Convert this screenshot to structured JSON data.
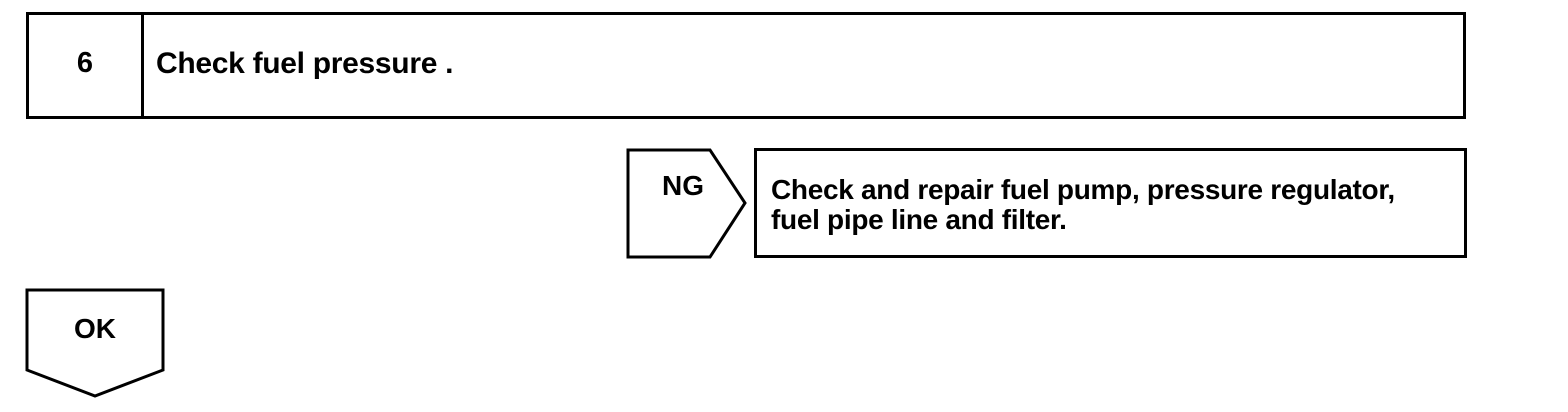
{
  "step": {
    "number": "6",
    "title": "Check fuel pressure ."
  },
  "ng_branch": {
    "label": "NG",
    "action_lines": [
      "Check and repair fuel pump, pressure regulator,",
      "fuel pipe line and filter."
    ]
  },
  "ok_branch": {
    "label": "OK"
  }
}
